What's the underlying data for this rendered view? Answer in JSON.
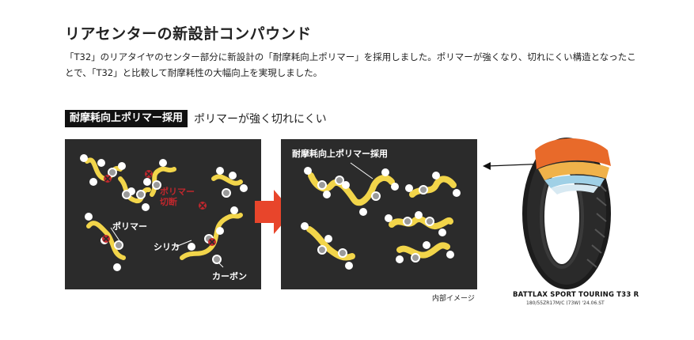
{
  "heading": "リアセンターの新設計コンパウンド",
  "description": "「T32」のリアタイヤのセンター部分に新設計の「耐摩耗向上ポリマー」を採用しました。ポリマーが強くなり、切れにくい構造となったことで、「T32」と比較して耐摩耗性の大幅向上を実現しました。",
  "feature_badge": "耐摩耗向上ポリマー採用",
  "feature_subtitle": "ポリマーが強く切れにくい",
  "left_panel": {
    "label_cut": "ポリマー切断",
    "label_polymer": "ポリマー",
    "label_silica": "シリカ",
    "label_carbon": "カーボン"
  },
  "right_panel": {
    "label_adopted": "耐摩耗向上ポリマー採用"
  },
  "caption": "内部イメージ",
  "tire_model": "BATTLAX SPORT TOURING T33 R",
  "tire_size": "180/55ZR17M/C (73W)  '24.06.ST",
  "colors": {
    "polymer": "#f2d54a",
    "panel_bg": "#2b2b2b",
    "cut_mark": "#c0272d",
    "arrow": "#e8452b"
  }
}
